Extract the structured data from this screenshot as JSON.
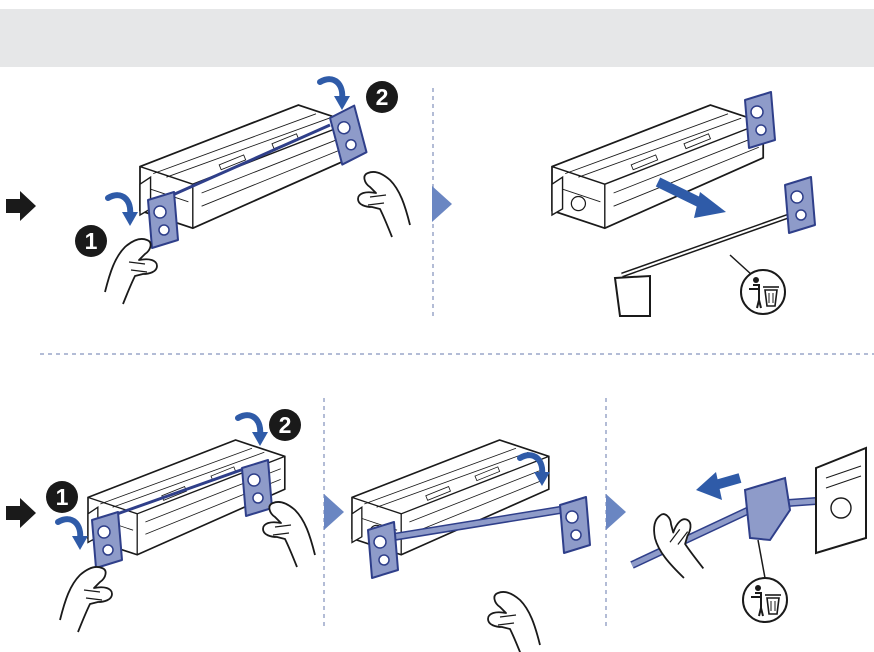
{
  "colors": {
    "header_band": "#e6e7e8",
    "accent_blue": "#6a86c2",
    "part_fill": "#8e9bc9",
    "part_stroke": "#2f3f8a",
    "line_art": "#1a1a1a",
    "divider": "#9aa5c8",
    "badge": "#1a1a1a"
  },
  "steps": {
    "top": {
      "badge_1": "1",
      "badge_2": "2"
    },
    "bottom": {
      "badge_1": "1",
      "badge_2": "2"
    }
  },
  "icons": [
    "arrow-right-icon",
    "chevron-right-icon",
    "recycle-bin-icon",
    "hand-icon",
    "curved-arrow-icon",
    "drum-unit-icon"
  ]
}
